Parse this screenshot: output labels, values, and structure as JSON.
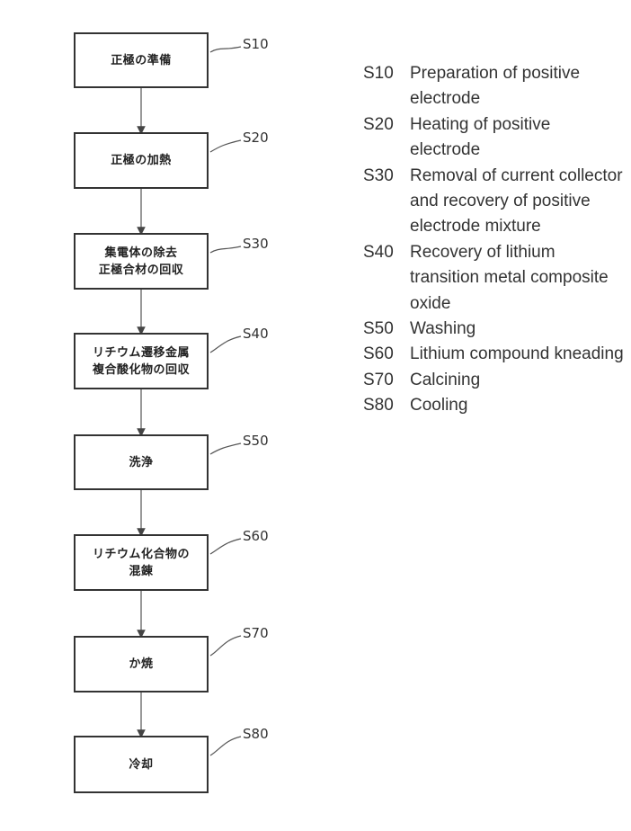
{
  "steps": [
    {
      "code": "S10",
      "label": "正極の準備"
    },
    {
      "code": "S20",
      "label": "正極の加熱"
    },
    {
      "code": "S30",
      "label": "集電体の除去\n正極合材の回収"
    },
    {
      "code": "S40",
      "label": "リチウム遷移金属\n複合酸化物の回収"
    },
    {
      "code": "S50",
      "label": "洗浄"
    },
    {
      "code": "S60",
      "label": "リチウム化合物の\n混錬"
    },
    {
      "code": "S70",
      "label": "か焼"
    },
    {
      "code": "S80",
      "label": "冷却"
    }
  ],
  "legend": [
    {
      "code": "S10",
      "text": "Preparation of positive electrode"
    },
    {
      "code": "S20",
      "text": "Heating of positive electrode"
    },
    {
      "code": "S30",
      "text": "Removal of current collector and recovery of positive electrode mixture"
    },
    {
      "code": "S40",
      "text": "Recovery of lithium transition metal composite oxide"
    },
    {
      "code": "S50",
      "text": "Washing"
    },
    {
      "code": "S60",
      "text": "Lithium compound kneading"
    },
    {
      "code": "S70",
      "text": "Calcining"
    },
    {
      "code": "S80",
      "text": "Cooling"
    }
  ]
}
